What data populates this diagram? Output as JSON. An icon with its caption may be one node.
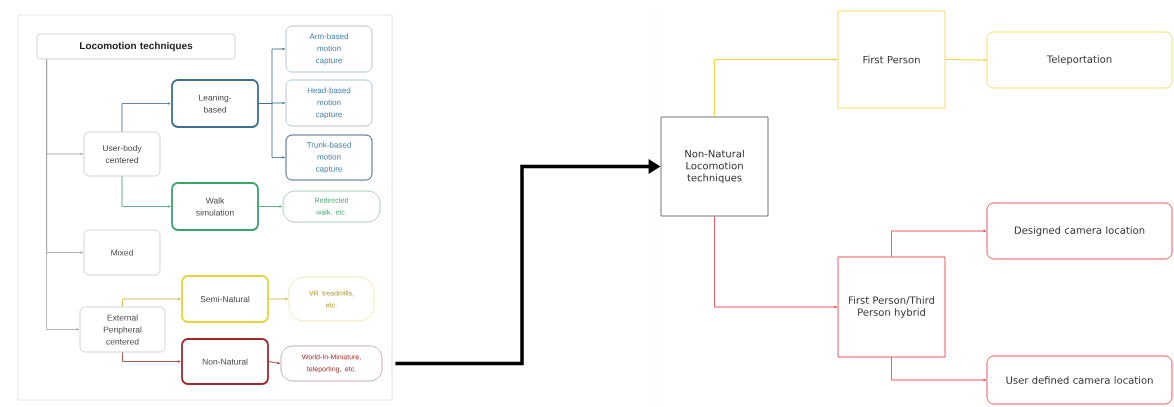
{
  "diagram": {
    "nodes": [
      {
        "text": [
          "Locomotion techniques"
        ]
      },
      {
        "text": [
          "User-body centered"
        ]
      },
      {
        "text": [
          "Leaning-based"
        ]
      },
      {
        "text": [
          "Arm-based motion capture"
        ]
      },
      {
        "text": [
          "Head-based motion capture"
        ]
      },
      {
        "text": [
          "Trunk-based motion capture"
        ]
      },
      {
        "text": [
          "Walk simulation"
        ]
      },
      {
        "text": [
          "Redirected walk, etc."
        ]
      },
      {
        "text": [
          "Mixed"
        ]
      },
      {
        "text": [
          "External Peripheral centered"
        ]
      },
      {
        "text": [
          "Semi-Natural"
        ]
      },
      {
        "text": [
          "VR treadmills, etc."
        ]
      },
      {
        "text": [
          "Non-Natural"
        ]
      },
      {
        "text": [
          "World-In-Miniature, teleporting, etc."
        ]
      },
      {
        "text": [
          "Non-Natural Locomotion techniques"
        ]
      },
      {
        "text": [
          "First Person"
        ]
      },
      {
        "text": [
          "Teleportation"
        ]
      },
      {
        "text": [
          "First Person/Third Person hybrid"
        ]
      },
      {
        "text": [
          "Designed camera location"
        ]
      },
      {
        "text": [
          "User defined camera location"
        ]
      }
    ],
    "edges": [
      {
        "from": 0,
        "to": 1,
        "arrow": "to",
        "color": "#a0a0a0"
      },
      {
        "from": 0,
        "to": 8,
        "arrow": "to",
        "color": "#a0a0a0"
      },
      {
        "from": 0,
        "to": 9,
        "arrow": "to",
        "color": "#a0a0a0"
      },
      {
        "from": 1,
        "to": 2,
        "arrow": "to",
        "color": "#3d6f8e"
      },
      {
        "from": 1,
        "to": 6,
        "arrow": "to",
        "color": "#3aa36a"
      },
      {
        "from": 2,
        "to": 3,
        "arrow": "to",
        "color": "#3d6f8e"
      },
      {
        "from": 2,
        "to": 4,
        "arrow": "to",
        "color": "#3d6f8e"
      },
      {
        "from": 2,
        "to": 5,
        "arrow": "to",
        "color": "#3d6f8e"
      },
      {
        "from": 6,
        "to": 7,
        "arrow": "to",
        "color": "#3aa36a"
      },
      {
        "from": 9,
        "to": 10,
        "arrow": "to",
        "color": "#c9b13c"
      },
      {
        "from": 9,
        "to": 12,
        "arrow": "to",
        "color": "#9c2b2b"
      },
      {
        "from": 10,
        "to": 11,
        "arrow": "to",
        "color": "#c9b13c"
      },
      {
        "from": 12,
        "to": 13,
        "arrow": "to",
        "color": "#9c2b2b"
      },
      {
        "from": 13,
        "to": 14,
        "arrow": "to",
        "style": "thick",
        "color": "#000000"
      },
      {
        "from": 14,
        "to": 15,
        "arrow": "to",
        "color": "#f2c811"
      },
      {
        "from": 15,
        "to": 16,
        "arrow": "to",
        "color": "#f2c811"
      },
      {
        "from": 14,
        "to": 17,
        "arrow": "to",
        "color": "#e8323c"
      },
      {
        "from": 17,
        "to": 18,
        "arrow": "to",
        "color": "#e8323c"
      },
      {
        "from": 17,
        "to": 19,
        "arrow": "to",
        "color": "#e8323c"
      }
    ]
  }
}
